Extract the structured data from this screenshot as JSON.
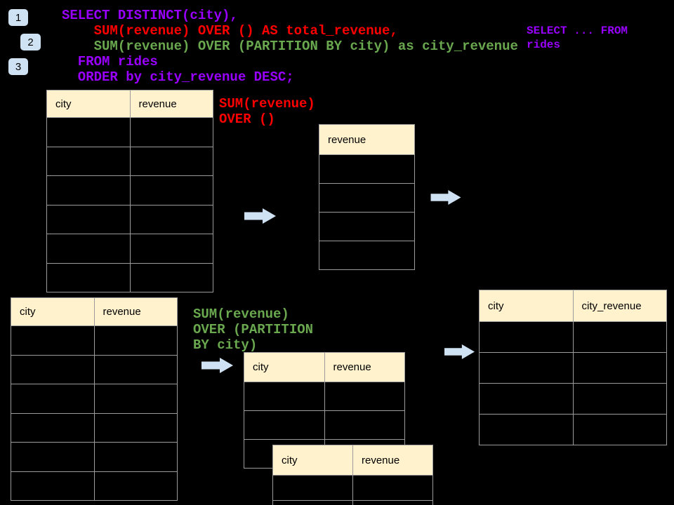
{
  "colors": {
    "background": "#000000",
    "grid": "#9b9b9b",
    "table_header_bg": "#fff2cc",
    "arrow": "#cfe2f3",
    "badge_bg": "#cfe2f3",
    "purple": "#9900ff",
    "red": "#ff0000",
    "green": "#6aa84f"
  },
  "badges": [
    "1",
    "2",
    "3"
  ],
  "code": {
    "main_lines": [
      {
        "text": "SELECT DISTINCT(city),",
        "color": "purple",
        "indent": 0
      },
      {
        "text": "SUM(revenue) OVER () AS total_revenue,",
        "color": "red",
        "indent": 4
      },
      {
        "text": "SUM(revenue) OVER (PARTITION BY city) as city_revenue",
        "color": "green",
        "indent": 4
      },
      {
        "text": "FROM rides",
        "color": "purple",
        "indent": 2
      },
      {
        "text": "ORDER by city_revenue DESC;",
        "color": "purple",
        "indent": 2
      }
    ],
    "side_lines": [
      {
        "text": "SELECT ... FROM",
        "color": "purple",
        "indent": 0
      },
      {
        "text": "rides",
        "color": "purple",
        "indent": 0
      }
    ]
  },
  "annotations": {
    "total_revenue": {
      "color": "red",
      "lines": [
        "SUM(revenue)",
        "OVER ()"
      ]
    },
    "partition": {
      "color": "green",
      "lines": [
        "SUM(revenue)",
        "OVER (PARTITION",
        "BY city)"
      ]
    }
  },
  "tables": {
    "source_top": {
      "headers": [
        "city",
        "revenue"
      ],
      "empty_rows": 6
    },
    "total_result": {
      "headers": [
        "revenue"
      ],
      "empty_rows": 4
    },
    "source_bottom": {
      "headers": [
        "city",
        "revenue"
      ],
      "empty_rows": 6
    },
    "partition_intermediate": {
      "headers": [
        "city",
        "revenue"
      ],
      "empty_rows": 3
    },
    "partition_overlay": {
      "headers": [
        "city",
        "revenue"
      ],
      "empty_rows": 2
    },
    "final_result": {
      "headers": [
        "city",
        "city_revenue"
      ],
      "empty_rows": 4
    }
  }
}
